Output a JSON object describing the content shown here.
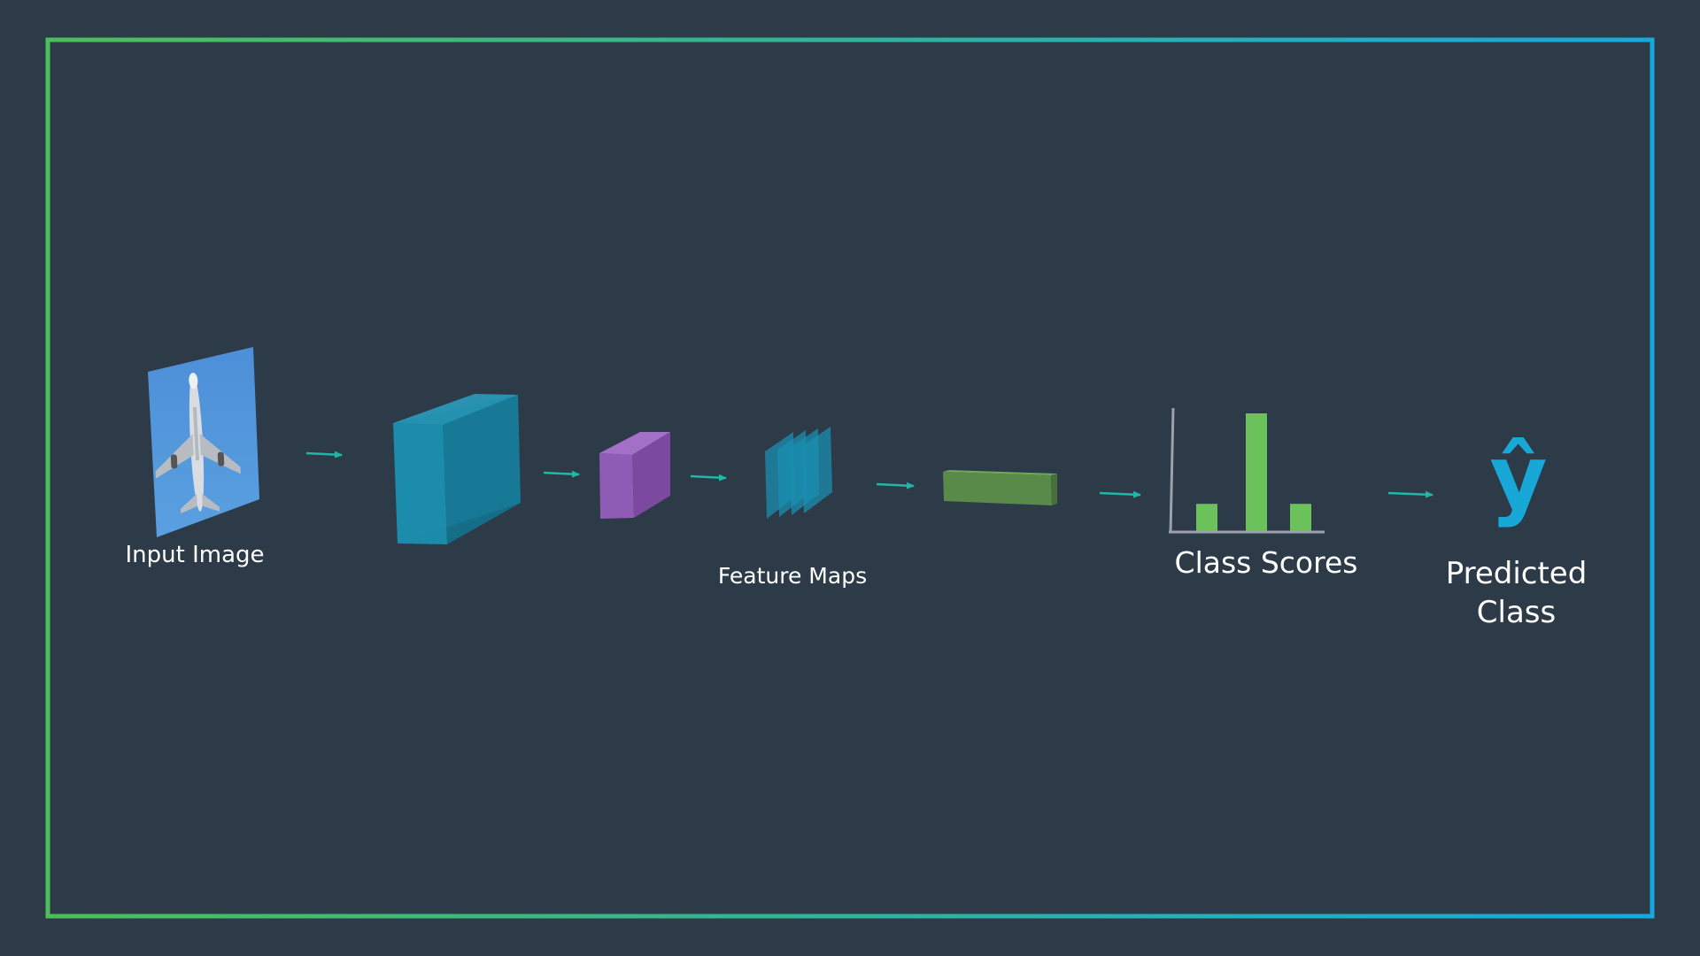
{
  "labels": {
    "input_image": "Input Image",
    "feature_maps": "Feature Maps",
    "class_scores": "Class Scores",
    "predicted_class": "Predicted Class",
    "y_hat": "ŷ"
  },
  "colors": {
    "background": "#2d3a47",
    "frame_start": "#4cbf5a",
    "frame_end": "#16a9de",
    "arrow": "#1fb8a8",
    "conv_block": "#1b8fb0",
    "pool_block": "#8e5bb5",
    "fc_block": "#5a8a4a",
    "bars": "#6cc25a",
    "y_hat": "#17a8d8"
  },
  "class_scores": {
    "values": [
      0.22,
      0.95,
      0.22
    ]
  }
}
